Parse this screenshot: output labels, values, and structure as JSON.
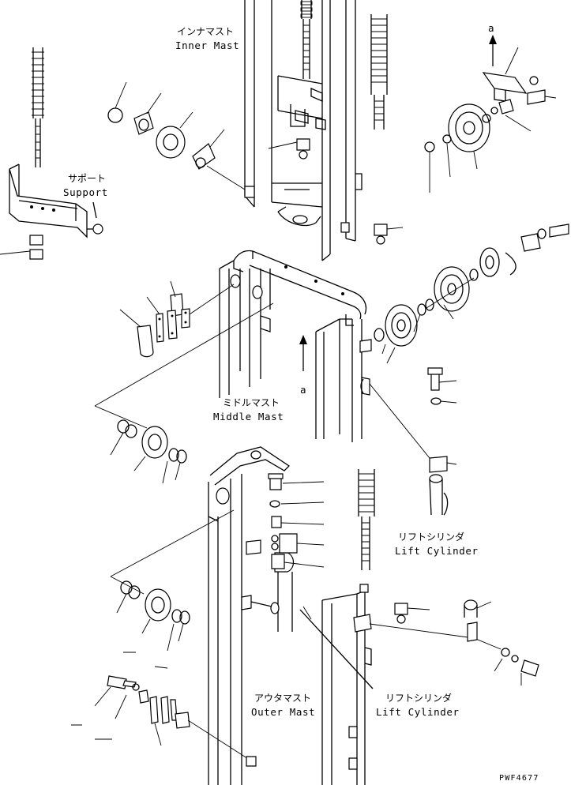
{
  "labels": {
    "inner_mast_jp": "インナマスト",
    "inner_mast_en": "Inner Mast",
    "support_jp": "サポート",
    "support_en": "Support",
    "middle_mast_jp": "ミドルマスト",
    "middle_mast_en": "Middle Mast",
    "lift_cylinder_upper_jp": "リフトシリンダ",
    "lift_cylinder_upper_en": "Lift Cylinder",
    "outer_mast_jp": "アウタマスト",
    "outer_mast_en": "Outer Mast",
    "lift_cylinder_lower_jp": "リフトシリンダ",
    "lift_cylinder_lower_en": "Lift Cylinder",
    "view_a_top": "a",
    "view_a_mid": "a",
    "drawing_code": "PWF4677"
  }
}
